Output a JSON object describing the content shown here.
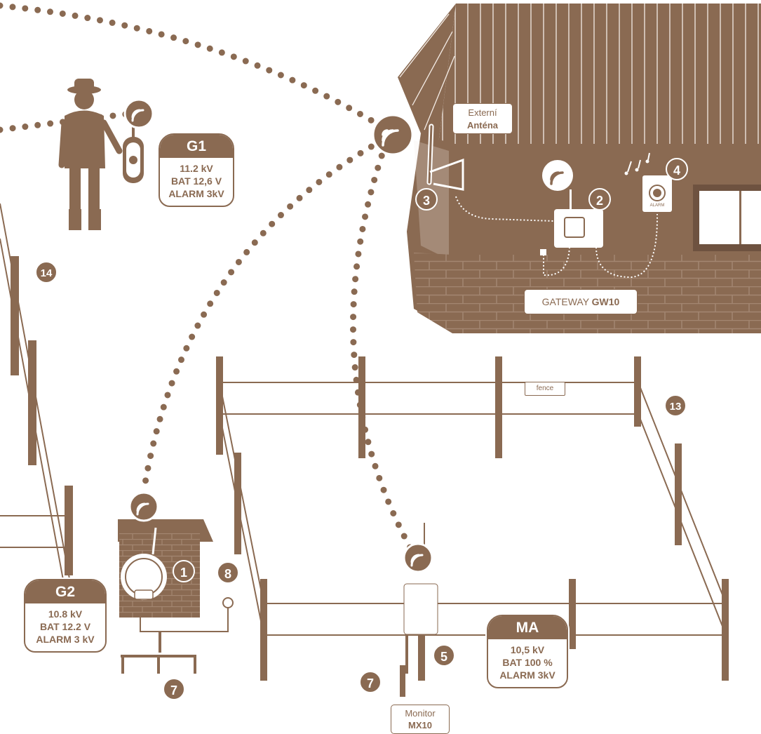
{
  "colors": {
    "brown": "#8a6a52",
    "dark": "#6e5240",
    "white": "#ffffff"
  },
  "antenna_label": {
    "line1": "Externí",
    "line2": "Anténa"
  },
  "gateway_label": {
    "prefix": "GATEWAY ",
    "model": "GW10"
  },
  "alarm_text": "ALARM",
  "monitor_label": {
    "line1": "Monitor",
    "line2": "MX10"
  },
  "fence_sign": "fence",
  "cards": {
    "g1": {
      "title": "G1",
      "l1": "11.2 kV",
      "l2": "BAT 12,6 V",
      "l3": "ALARM 3kV"
    },
    "g2": {
      "title": "G2",
      "l1": "10.8 kV",
      "l2": "BAT 12.2 V",
      "l3": "ALARM 3 kV"
    },
    "ma": {
      "title": "MA",
      "l1": "10,5 kV",
      "l2": "BAT 100 %",
      "l3": "ALARM 3kV"
    }
  },
  "badges": {
    "b1": "1",
    "b2": "2",
    "b3": "3",
    "b4": "4",
    "b5": "5",
    "b7a": "7",
    "b7b": "7",
    "b8": "8",
    "b13": "13",
    "b14": "14"
  },
  "icons": [
    "wifi-icon",
    "remote-control-icon",
    "farmer-figure",
    "energizer-icon",
    "monitor-device-icon",
    "music-notes-icon"
  ]
}
